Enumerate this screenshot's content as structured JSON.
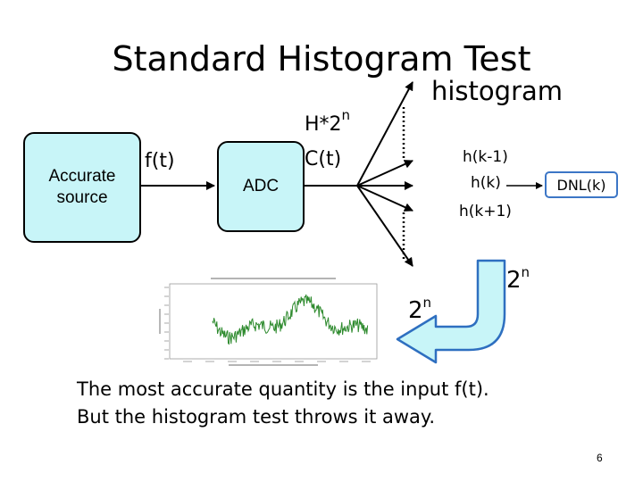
{
  "title": "Standard Histogram Test",
  "source_box": {
    "line1": "Accurate",
    "line2": "source"
  },
  "adc_box": {
    "label": "ADC"
  },
  "signal_label": "f(t)",
  "output_label": "C(t)",
  "hits_label": {
    "base": "H*2",
    "exp": "n"
  },
  "histogram_label": "histogram",
  "bins": {
    "prev": "h(k-1)",
    "current": "h(k)",
    "next": "h(k+1)"
  },
  "dnl_label": "DNL(k)",
  "power_label_left": {
    "base": "2",
    "exp": "n"
  },
  "power_label_right": {
    "base": "2",
    "exp": "n"
  },
  "caption": {
    "line1": "The most accurate quantity is the input f(t).",
    "line2": "But the histogram test throws it away."
  },
  "page_number": "6",
  "colors": {
    "box_fill": "#c8f5f8",
    "dnl_border": "#3c76c6",
    "big_arrow_fill": "#c8f5f8",
    "big_arrow_stroke": "#2e6fc0",
    "trace": "#2d8a2d"
  }
}
